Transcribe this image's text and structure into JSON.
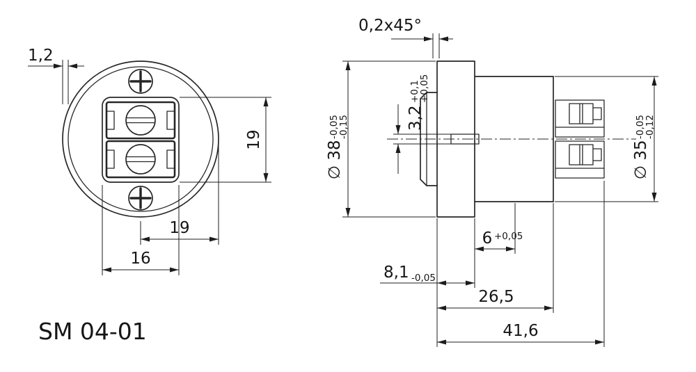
{
  "title": "SM 04-01",
  "colors": {
    "ink": "#262626",
    "background": "#ffffff"
  },
  "front_view": {
    "lip_width": "1,2",
    "block_height": "19",
    "center_offset": "19",
    "block_width": "16"
  },
  "side_view": {
    "chamfer": "0,2x45°",
    "flange_dia": "∅ 38",
    "flange_dia_tol_upper": "-0,05",
    "flange_dia_tol_lower": "-0,15",
    "slot_width": "3,2",
    "slot_tol_upper": "+0,1",
    "slot_tol_lower": "+0,05",
    "body_dia": "∅ 35",
    "body_dia_tol_upper": "-0,05",
    "body_dia_tol_lower": "-0,12",
    "groove_offset": "6",
    "groove_offset_tol": "+0,05",
    "flange_thickness": "8,1",
    "flange_thickness_tol": "-0,05",
    "body_length": "26,5",
    "total_length": "41,6"
  }
}
